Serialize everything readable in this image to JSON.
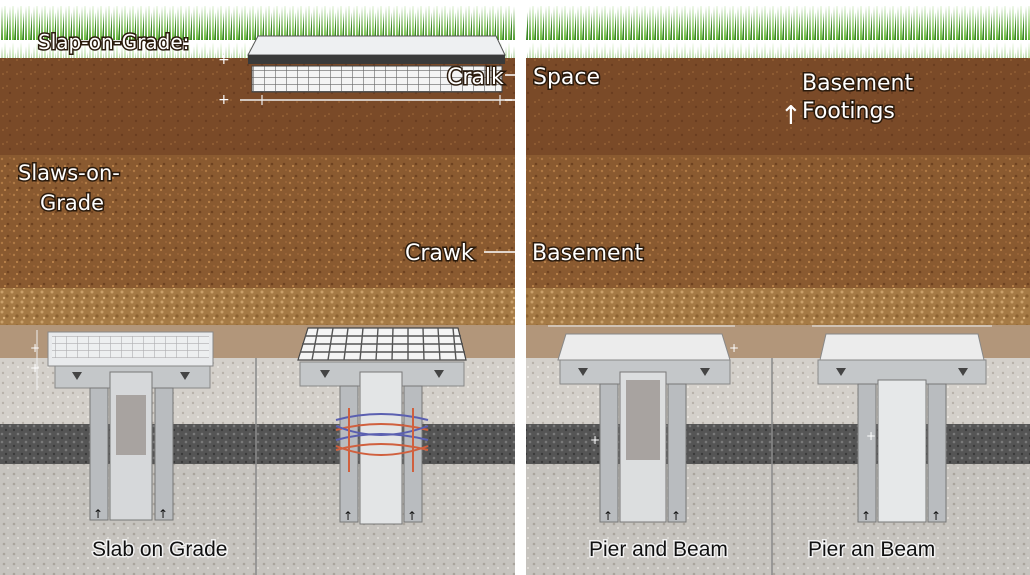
{
  "labels": {
    "slap_on_grade": "Slap-on-Grade:",
    "cralk": "Cralk",
    "space": "Space",
    "basement_footings_1": "Basement",
    "basement_footings_2": "Footings",
    "slaws_on_1": "Slaws-on-",
    "slaws_on_2": "Grade",
    "crawk": "Crawk",
    "basement": "Basement",
    "slab_on_grade": "Slab on Grade",
    "pier_and_beam": "Pier and Beam",
    "pier_an_beam": "Pier an Beam"
  },
  "colors": {
    "grass": "#5fa83a",
    "topsoil": "#7a4a28",
    "subsoil": "#8a5a30",
    "gravel": "#a57a45",
    "rock_light": "#d9d6d0",
    "rock_dark": "#5a5a5a",
    "concrete": "#cfd2d4",
    "rebar_red": "#d0603e",
    "rebar_blue": "#5a5fb0"
  }
}
